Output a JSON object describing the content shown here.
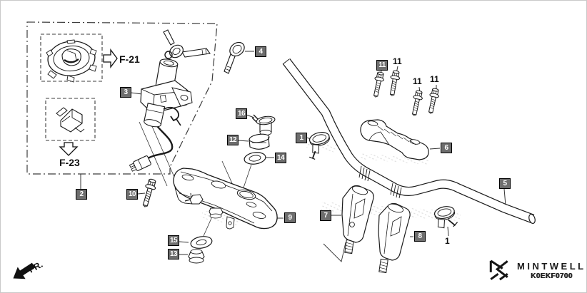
{
  "diagram": {
    "code": "K0EKF0700",
    "front_marker": "FR.",
    "references": [
      {
        "label": "F-21"
      },
      {
        "label": "F-23"
      }
    ],
    "callouts": {
      "boxed": [
        "1",
        "2",
        "3",
        "4",
        "5",
        "6",
        "7",
        "8",
        "9",
        "10",
        "11",
        "12",
        "13",
        "14",
        "15",
        "16"
      ],
      "plain": [
        "11",
        "11",
        "11",
        "1"
      ]
    }
  },
  "brand": {
    "name": "MINTWELL"
  },
  "colors": {
    "tag_background": "#6e6e6e",
    "tag_border": "#000000",
    "tag_text": "#ffffff",
    "line_art": "#1a1a1a",
    "background": "#ffffff"
  }
}
